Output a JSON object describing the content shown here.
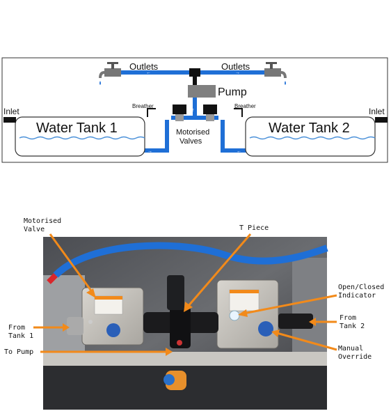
{
  "schematic": {
    "outlets_left": "Outlets",
    "outlets_right": "Outlets",
    "pump": "Pump",
    "breather_left": "Breather",
    "breather_right": "Breather",
    "inlet_left": "Inlet",
    "inlet_right": "Inlet",
    "tank_1": "Water Tank 1",
    "tank_2": "Water Tank 2",
    "valves_line1": "Motorised",
    "valves_line2": "Valves"
  },
  "photo": {
    "motorised_valve_line1": "Motorised",
    "motorised_valve_line2": "Valve",
    "t_piece": "T Piece",
    "open_closed_line1": "Open/Closed",
    "open_closed_line2": "Indicator",
    "from_tank1_line1": "From",
    "from_tank1_line2": "Tank 1",
    "from_tank2_line1": "From",
    "from_tank2_line2": "Tank 2",
    "to_pump": "To Pump",
    "manual_override_line1": "Manual",
    "manual_override_line2": "Override"
  },
  "colors": {
    "pipe_blue": "#1f6fd6",
    "annotation_orange": "#f28a1a",
    "tank_wave": "#4a90d9",
    "pump_grey": "#808080"
  }
}
